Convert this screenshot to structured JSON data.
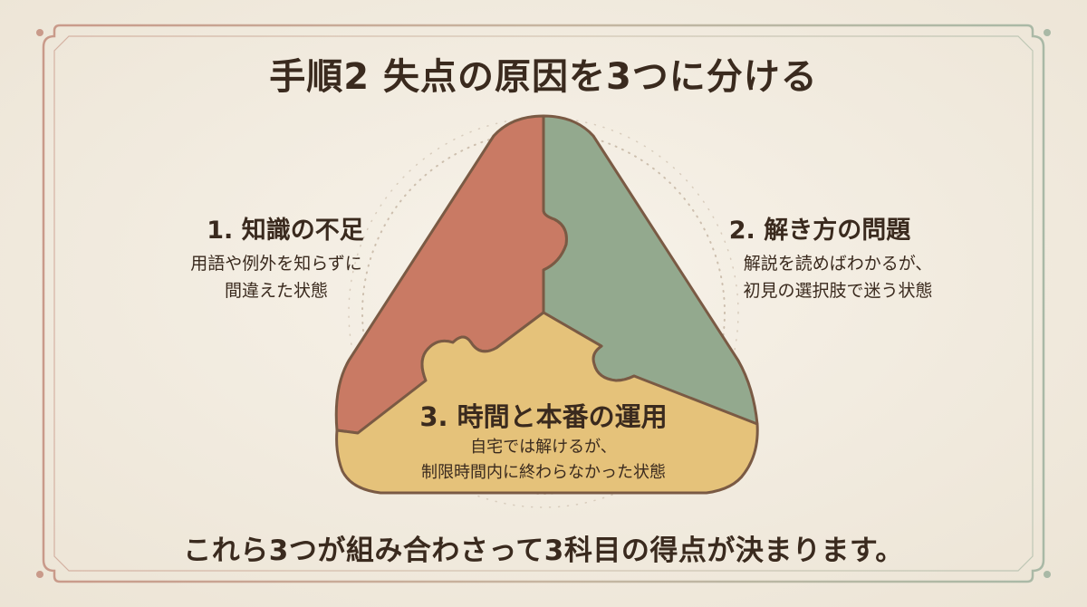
{
  "title": "手順2 失点の原因を3つに分ける",
  "pieces": [
    {
      "heading": "1. 知識の不足",
      "body_lines": [
        "用語や例外を知らずに",
        "間違えた状態"
      ],
      "color": "#c97a64"
    },
    {
      "heading": "2. 解き方の問題",
      "body_lines": [
        "解説を読めばわかるが、",
        "初見の選択肢で迷う状態"
      ],
      "color": "#93a98e"
    },
    {
      "heading": "3. 時間と本番の運用",
      "body_lines": [
        "自宅では解けるが、",
        "制限時間内に終わらなかった状態"
      ],
      "color": "#e5c27a"
    }
  ],
  "footer": "これら3つが組み合わさって3科目の得点が決まります。",
  "colors": {
    "background": "#f3ede2",
    "text": "#3a2a1e",
    "outline": "#7a5a44",
    "frame_left": "#c99a8a",
    "frame_right": "#a9b9a6"
  }
}
